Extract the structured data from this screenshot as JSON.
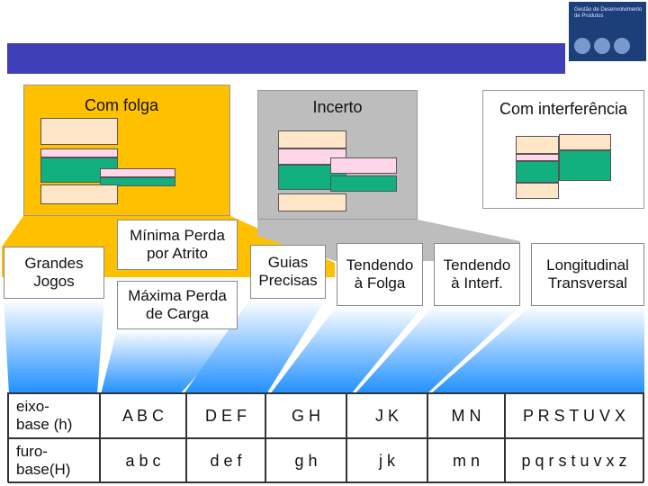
{
  "fits": {
    "clearance": "Com folga",
    "uncertain": "Incerto",
    "interference": "Com interferência"
  },
  "categories": {
    "grandes_jogos": "Grandes\nJogos",
    "minima_perda": "Mínima Perda\npor Atrito",
    "maxima_perda": "Máxima Perda\nde Carga",
    "guias_precisas": "Guias\nPrecisas",
    "tendendo_folga": "Tendendo\nà Folga",
    "tendendo_interf": "Tendendo\nà Interf.",
    "longitudinal": "Longitudinal\nTransversal"
  },
  "table": {
    "row1_label": "eixo-\nbase (h)",
    "row2_label": "furo-\nbase(H)",
    "row1": [
      "A  B  C",
      "D  E  F",
      "G  H",
      "J  K",
      "M  N",
      "P R S T U V X"
    ],
    "row2": [
      "a  b  c",
      "d  e  f",
      "g    h",
      "j    k",
      "m   n",
      "p q r s t u v x z"
    ]
  },
  "logo": {
    "text": "Gestão de Desenvolvimento de Produtos"
  },
  "colors": {
    "header_bar": "#3f3fb8",
    "yellow": "#ffc000",
    "gray": "#bdbdbd",
    "green": "#12b07f",
    "peach": "#ffe6c8",
    "pink": "#ffd6ea",
    "gradient_top": "#ffffff",
    "gradient_bottom": "#1e8fff"
  }
}
